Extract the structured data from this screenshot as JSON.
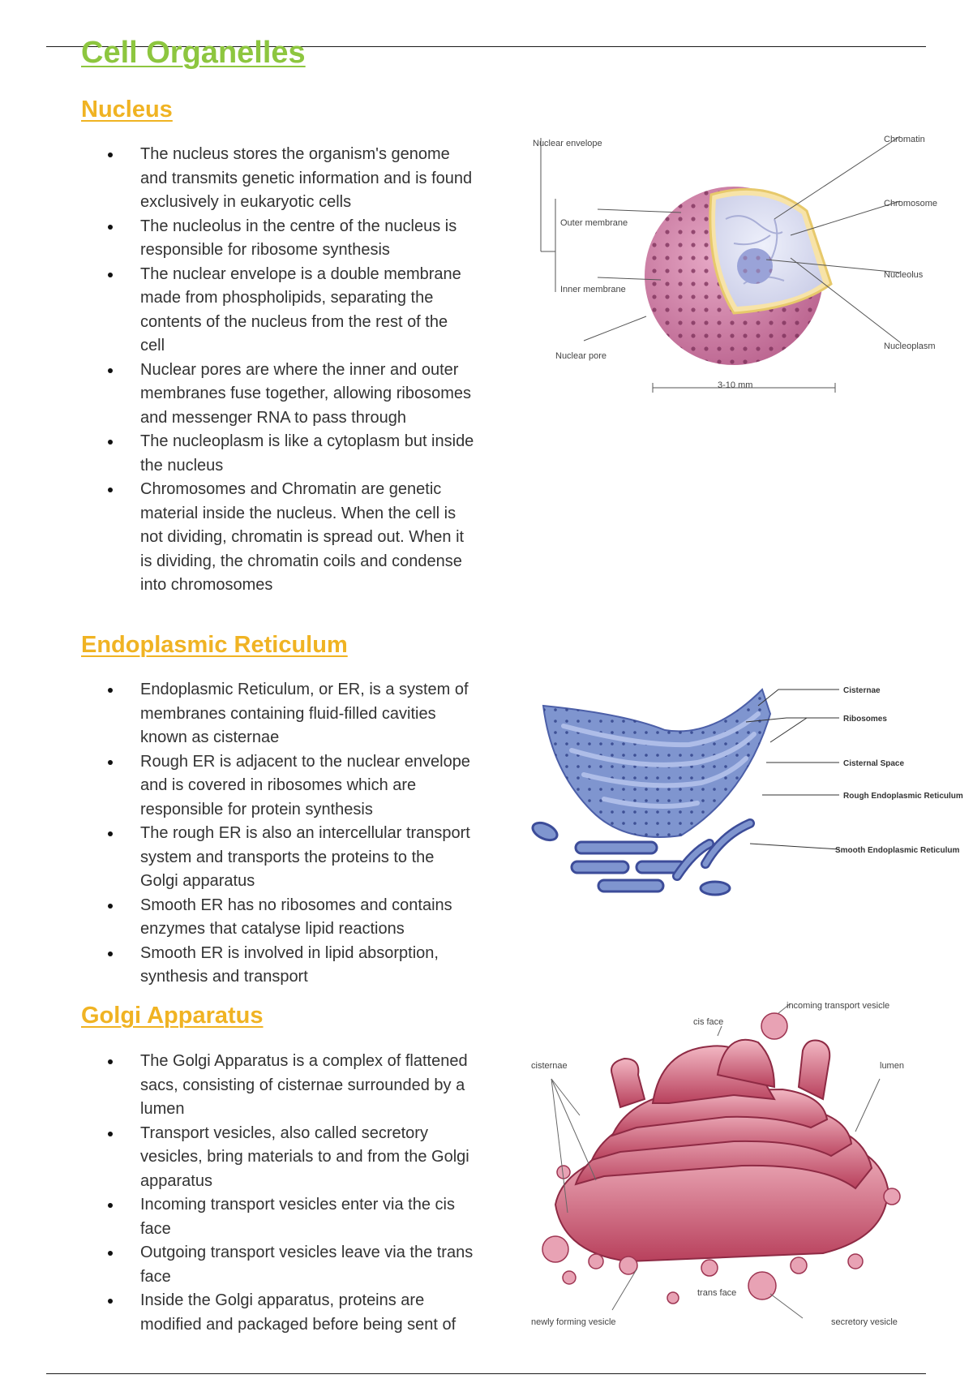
{
  "title": "Cell Organelles",
  "sections": [
    {
      "heading": "Nucleus",
      "bullets": [
        "The nucleus stores the organism's genome and transmits genetic information and is found exclusively in eukaryotic cells",
        "The nucleolus in the centre of the nucleus is responsible for ribosome synthesis",
        "The nuclear envelope is a double membrane made from phospholipids, separating the contents of the nucleus from the rest of the cell",
        "Nuclear pores are where the inner and outer membranes fuse together, allowing ribosomes and messenger RNA to pass through",
        "The nucleoplasm is like a cytoplasm but inside the nucleus",
        "Chromosomes and Chromatin are genetic material inside the nucleus. When the cell is not dividing, chromatin is spread out. When it is dividing, the chromatin coils and condense into chromosomes"
      ]
    },
    {
      "heading": "Endoplasmic Reticulum",
      "bullets": [
        "Endoplasmic Reticulum, or ER, is a system of membranes containing fluid-filled cavities known as cisternae",
        "Rough ER is adjacent to the nuclear envelope and is covered in ribosomes which are responsible for protein synthesis",
        "The rough ER is also an intercellular transport system and transports the proteins to the Golgi apparatus",
        "Smooth ER has no ribosomes and contains enzymes that catalyse lipid reactions",
        "Smooth ER is involved in lipid absorption, synthesis and transport"
      ]
    },
    {
      "heading": "Golgi Apparatus",
      "bullets": [
        "The Golgi Apparatus is a complex of flattened sacs, consisting of cisternae surrounded by a lumen",
        "Transport vesicles, also called secretory vesicles, bring materials to and from the Golgi apparatus",
        "Incoming transport vesicles enter via the cis face",
        "Outgoing transport vesicles leave via the trans face",
        "Inside the Golgi apparatus, proteins are modified and packaged before being sent of"
      ]
    }
  ],
  "figures": {
    "nucleus": {
      "labels": {
        "envelope": "Nuclear envelope",
        "outer": "Outer membrane",
        "inner": "Inner membrane",
        "pore": "Nuclear pore",
        "scale": "3-10 mm",
        "chromatin": "Chromatin",
        "chromosome": "Chromosome",
        "nucleolus": "Nucleolus",
        "nucleoplasm": "Nucleoplasm"
      }
    },
    "er": {
      "labels": {
        "cisternae": "Cisternae",
        "ribosomes": "Ribosomes",
        "space": "Cisternal Space",
        "rough": "Rough Endoplasmic Reticulum",
        "smooth": "Smooth Endoplasmic Reticulum"
      }
    },
    "golgi": {
      "labels": {
        "incoming": "incoming transport vesicle",
        "cis": "cis face",
        "cisternae": "cisternae",
        "lumen": "lumen",
        "trans": "trans face",
        "newly": "newly forming vesicle",
        "secretory": "secretory vesicle"
      }
    }
  },
  "colors": {
    "title": "#8dc63f",
    "heading": "#f0b323",
    "nucleus": "#c8709a",
    "er": "#7f95cf",
    "golgi": "#c9566f"
  }
}
